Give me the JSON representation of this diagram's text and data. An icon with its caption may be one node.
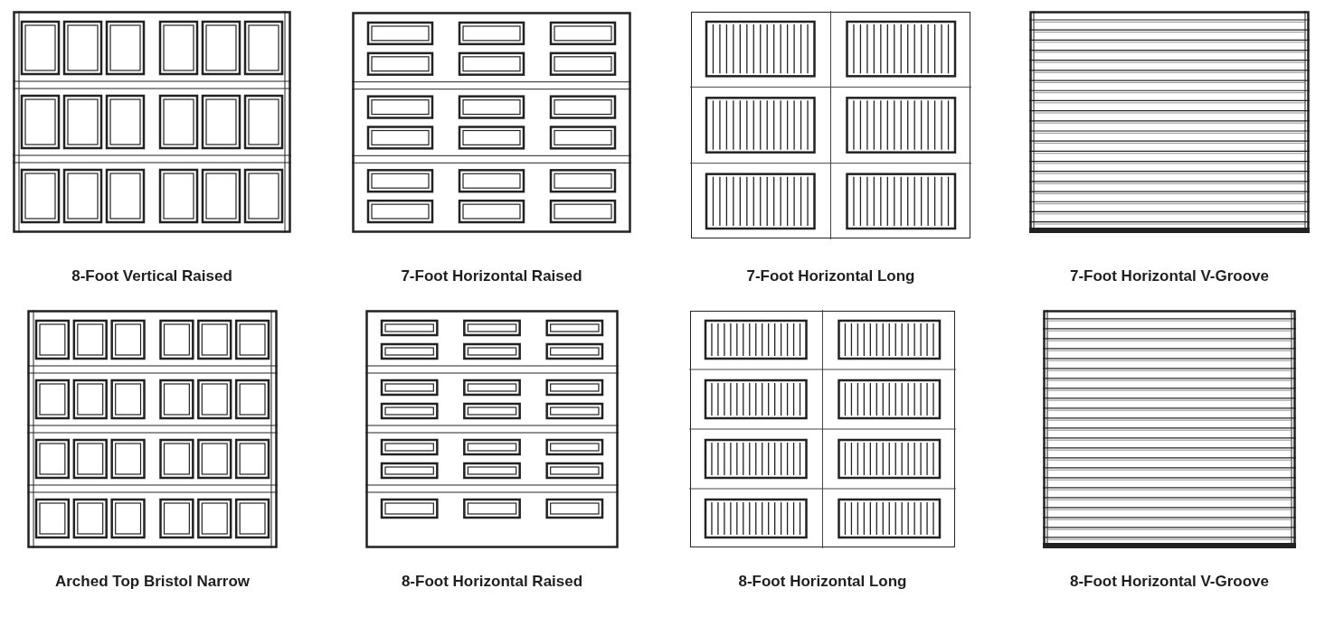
{
  "diagram": {
    "nodes": [
      {
        "text": [],
        "shape": "picture",
        "beside": [
          "8-Foot Vertical Raised"
        ]
      },
      {
        "text": [],
        "shape": "picture",
        "beside": [
          "7-Foot Horizontal Raised"
        ]
      },
      {
        "text": [],
        "shape": "picture",
        "beside": [
          "7-Foot Horizontal Long"
        ]
      },
      {
        "text": [],
        "shape": "picture",
        "beside": [
          "7-Foot Horizontal V-Groove"
        ]
      },
      {
        "text": [],
        "shape": "picture",
        "beside": [
          "Arched Top Bristol Narrow"
        ]
      },
      {
        "text": [],
        "shape": "picture",
        "beside": [
          "8-Foot Horizontal Raised"
        ]
      },
      {
        "text": [],
        "shape": "picture",
        "beside": [
          "8-Foot Horizontal Long"
        ]
      },
      {
        "text": [],
        "shape": "picture",
        "beside": [
          "8-Foot Horizontal V-Groove"
        ]
      }
    ]
  }
}
